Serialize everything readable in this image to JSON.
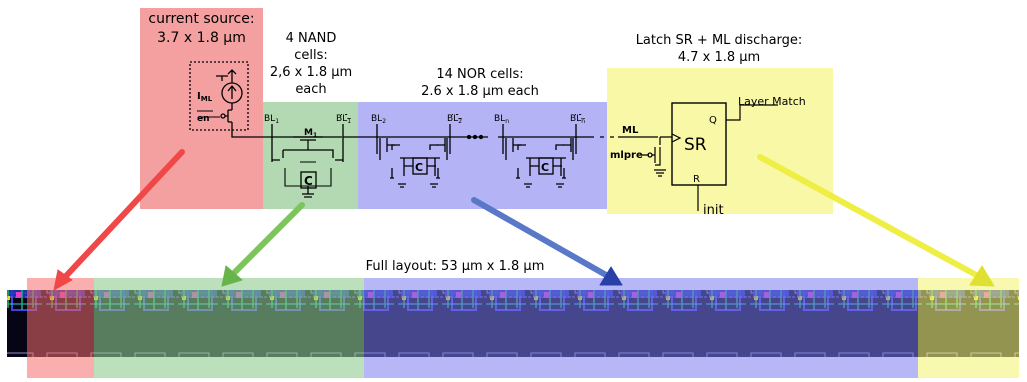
{
  "blocks": {
    "current_source": {
      "title_line1": "current source:",
      "title_line2": "3.7 x 1.8 μm",
      "color": "#f5a0a0",
      "arrow_color": "#f04848"
    },
    "nand": {
      "title_line1": "4 NAND",
      "title_line2": "cells:",
      "title_line3": "2,6 x 1.8 μm",
      "title_line4": "each",
      "color": "#b2d9b2",
      "arrow_color": "#7cc45c"
    },
    "nor": {
      "title_line1": "14 NOR cells:",
      "title_line2": "2.6 x 1.8 μm each",
      "color": "#b3b3f5",
      "arrow_color": "#5a78c8"
    },
    "latch": {
      "title_line1": "Latch SR + ML discharge:",
      "title_line2": "4.7 x 1.8 μm",
      "color": "#f8f8a6",
      "arrow_color": "#eeee44"
    }
  },
  "schematic": {
    "i_ml": "I",
    "i_ml_sub": "ML",
    "en": "en",
    "m1": "M",
    "m1_sub": "1",
    "c_nand": "C",
    "c_nor": "C",
    "bl1": "BL",
    "bl1_sub": "1",
    "blbar1": "BL",
    "blbar1_sub": "1",
    "bl2": "BL",
    "bl2_sub": "2",
    "blbar2": "BL",
    "blbar2_sub": "2",
    "bln": "BL",
    "bln_sub": "n",
    "blbarn": "BL",
    "blbarn_sub": "n",
    "ml": "ML",
    "mlpre": "mlpre",
    "sr": "SR",
    "q": "Q",
    "r": "R",
    "init": "init",
    "layer_match": "Layer Match"
  },
  "layout": {
    "title": "Full layout: 53 μm x 1.8 μm",
    "background": "#06061a"
  }
}
